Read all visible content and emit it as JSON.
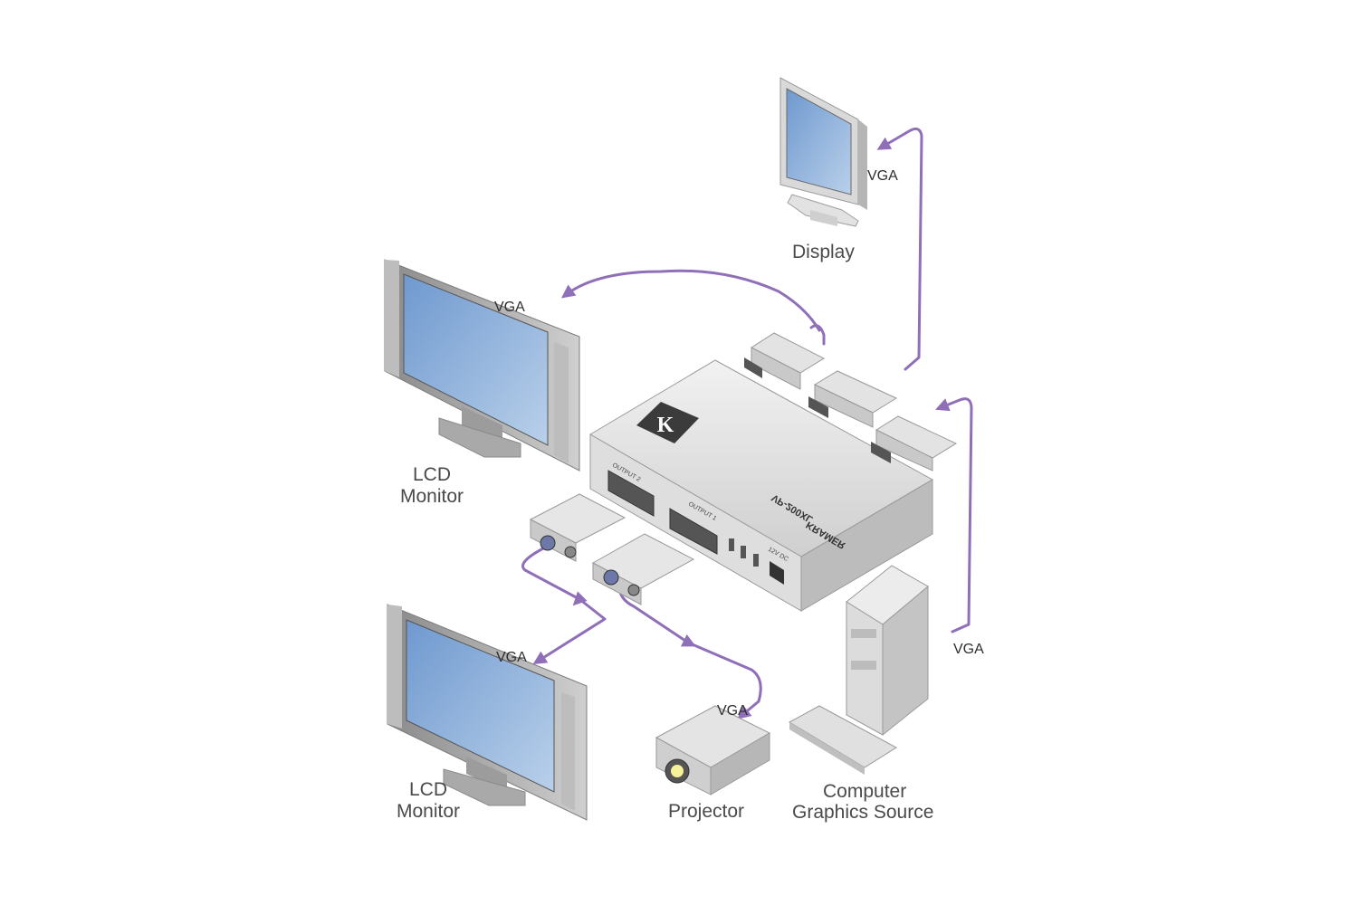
{
  "device": {
    "brand": "KRAMER",
    "model": "VP-200XL",
    "ports": [
      "OUTPUT 2",
      "OUTPUT 1"
    ],
    "power": "12V DC"
  },
  "labels": {
    "display": "Display",
    "lcd_top": [
      "LCD",
      "Monitor"
    ],
    "lcd_bottom": [
      "LCD",
      "Monitor"
    ],
    "projector": "Projector",
    "computer": [
      "Computer",
      "Graphics Source"
    ]
  },
  "cables": {
    "display": "VGA",
    "lcd_top": "VGA",
    "lcd_bottom": "VGA",
    "projector": "VGA",
    "computer": "VGA"
  },
  "colors": {
    "cable": "#8e6fb8",
    "screen": "#8fb1d8",
    "device_body": "#e6e6e6",
    "label_text": "#4a4a4a"
  }
}
